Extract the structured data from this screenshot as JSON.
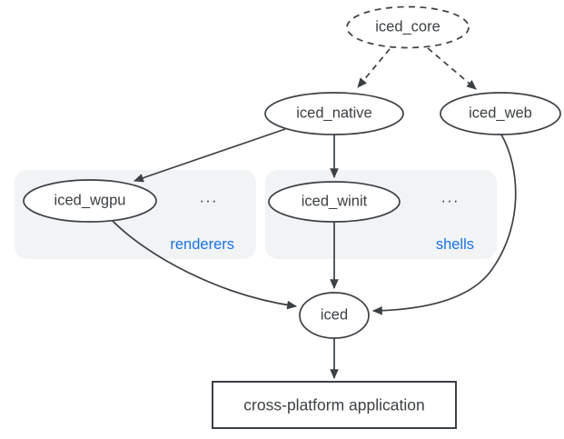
{
  "diagram": {
    "nodes": {
      "iced_core": {
        "label": "iced_core",
        "shape": "ellipse",
        "border": "dashed"
      },
      "iced_native": {
        "label": "iced_native",
        "shape": "ellipse",
        "border": "solid"
      },
      "iced_web": {
        "label": "iced_web",
        "shape": "ellipse",
        "border": "solid"
      },
      "iced_wgpu": {
        "label": "iced_wgpu",
        "shape": "ellipse",
        "border": "solid"
      },
      "iced_winit": {
        "label": "iced_winit",
        "shape": "ellipse",
        "border": "solid"
      },
      "iced": {
        "label": "iced",
        "shape": "ellipse",
        "border": "solid"
      },
      "app": {
        "label": "cross-platform application",
        "shape": "rect",
        "border": "solid"
      }
    },
    "groups": {
      "renderers": {
        "label": "renderers",
        "ellipsis": "...",
        "members": [
          "iced_wgpu"
        ]
      },
      "shells": {
        "label": "shells",
        "ellipsis": "...",
        "members": [
          "iced_winit"
        ]
      }
    },
    "edges": [
      {
        "from": "iced_core",
        "to": "iced_native",
        "style": "dashed"
      },
      {
        "from": "iced_core",
        "to": "iced_web",
        "style": "dashed"
      },
      {
        "from": "iced_native",
        "to": "iced_wgpu",
        "style": "solid"
      },
      {
        "from": "iced_native",
        "to": "iced_winit",
        "style": "solid"
      },
      {
        "from": "iced_wgpu",
        "to": "iced",
        "style": "solid"
      },
      {
        "from": "iced_winit",
        "to": "iced",
        "style": "solid"
      },
      {
        "from": "iced_web",
        "to": "iced",
        "style": "solid"
      },
      {
        "from": "iced",
        "to": "app",
        "style": "solid"
      }
    ],
    "colors": {
      "stroke": "#3b4045",
      "node_text": "#3c4043",
      "group_label": "#1a73e8",
      "group_background": "#f1f3f4",
      "canvas_background": "#ffffff"
    }
  }
}
